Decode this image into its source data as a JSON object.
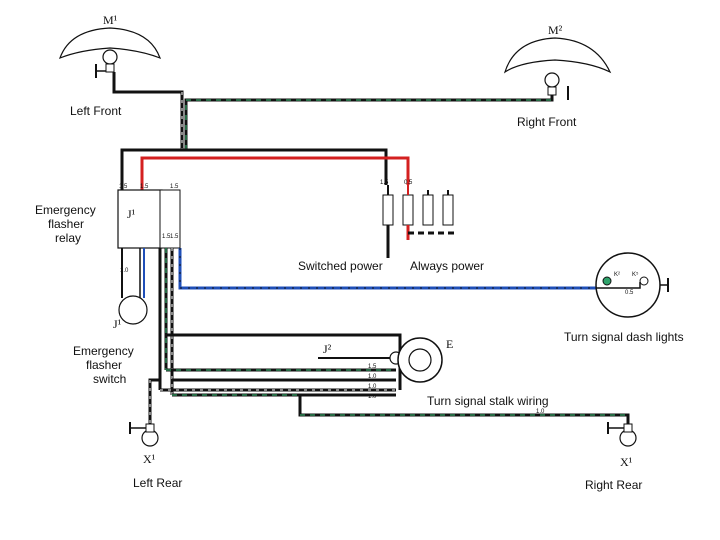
{
  "labels": {
    "left_front": "Left Front",
    "right_front": "Right Front",
    "left_rear": "Left Rear",
    "right_rear": "Right Rear",
    "relay_line1": "Emergency",
    "relay_line2": "flasher",
    "relay_line3": "relay",
    "switch_line1": "Emergency",
    "switch_line2": "flasher",
    "switch_line3": "switch",
    "switched_power": "Switched power",
    "always_power": "Always power",
    "dash_lights": "Turn signal dash lights",
    "stalk_wiring": "Turn signal stalk wiring"
  },
  "refs": {
    "m1": "M¹",
    "m2": "M²",
    "j1": "J¹",
    "j1_switch": "J¹",
    "j2": "J²",
    "e": "E",
    "x1_left": "X¹",
    "x1_right": "X¹",
    "k2": "K²",
    "k5": "K⁵"
  },
  "wire_gauges": {
    "g1": "1.5",
    "g2": "1.5",
    "g3": "1.5",
    "g4": "1.5",
    "g5": "0.5",
    "g6": "1.5",
    "g7": "1.5",
    "g8": "1.0",
    "g9": "1.5",
    "g10": "1.0",
    "g11": "1.0",
    "g12": "0.5",
    "g13": "1.0",
    "g14": "1.0"
  },
  "colors": {
    "wire_black": "#111111",
    "wire_red": "#d42020",
    "wire_blue": "#1f4fb8",
    "wire_green": "#2e8b57",
    "bulb_green": "#2fa36b"
  }
}
